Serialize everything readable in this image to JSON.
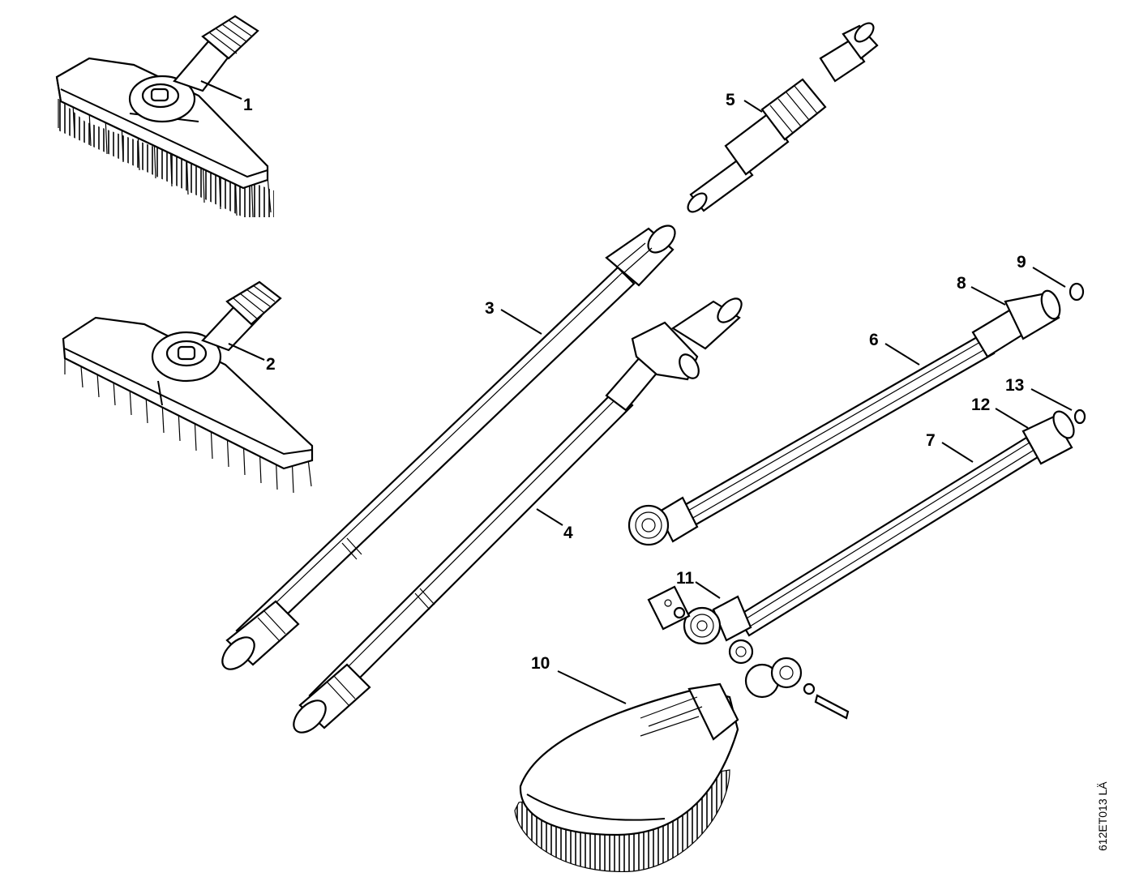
{
  "diagram": {
    "callouts": [
      {
        "id": "1",
        "text": "1"
      },
      {
        "id": "2",
        "text": "2"
      },
      {
        "id": "3",
        "text": "3"
      },
      {
        "id": "4",
        "text": "4"
      },
      {
        "id": "5",
        "text": "5"
      },
      {
        "id": "6",
        "text": "6"
      },
      {
        "id": "7",
        "text": "7"
      },
      {
        "id": "8",
        "text": "8"
      },
      {
        "id": "9",
        "text": "9"
      },
      {
        "id": "10",
        "text": "10"
      },
      {
        "id": "11",
        "text": "11"
      },
      {
        "id": "12",
        "text": "12"
      },
      {
        "id": "13",
        "text": "13"
      }
    ],
    "reference_code": "612ET013 LÄ",
    "line_color": "#000000",
    "background_color": "#ffffff"
  }
}
